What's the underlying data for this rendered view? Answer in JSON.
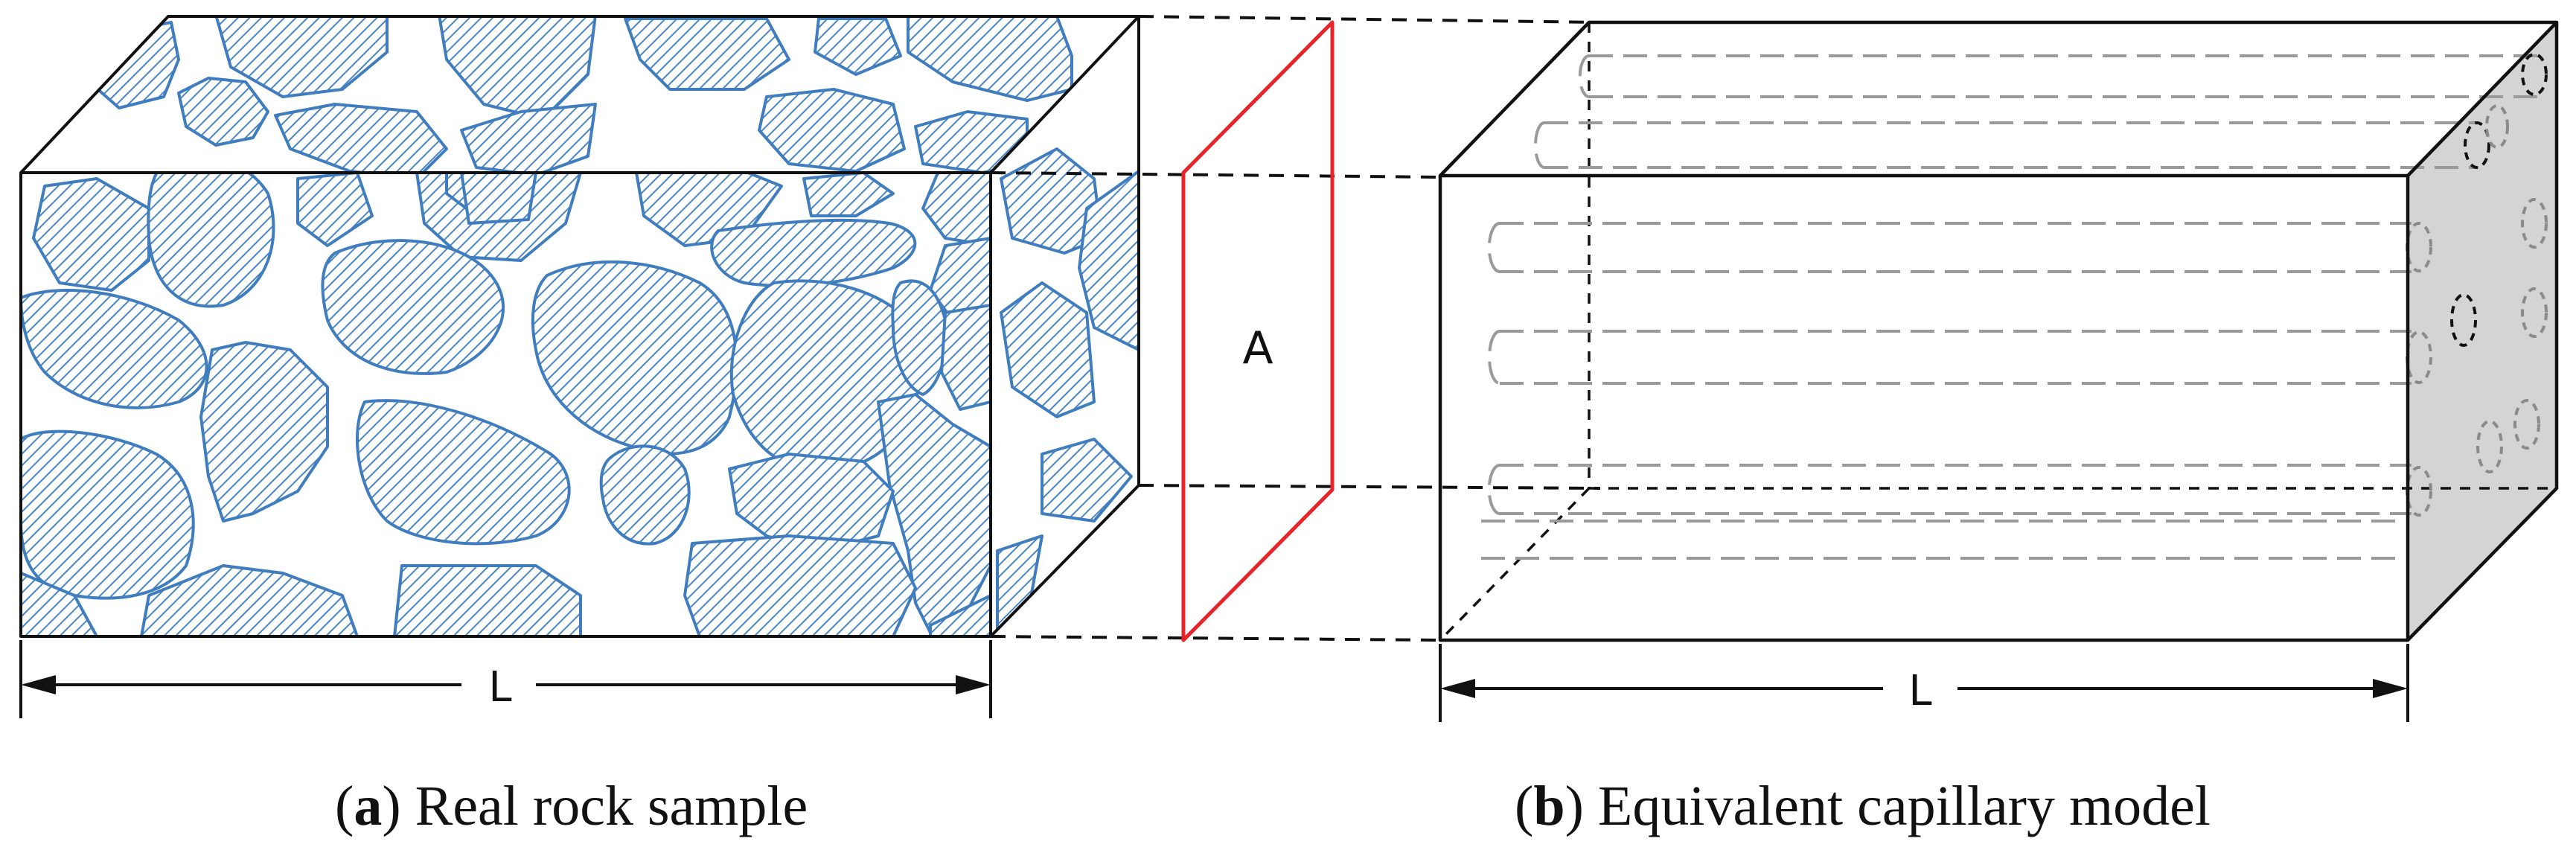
{
  "figure": {
    "panel_a": {
      "length_label": "L",
      "caption_letter": "a",
      "caption_text": " Real rock sample"
    },
    "section_label": "A",
    "panel_b": {
      "length_label": "L",
      "caption_letter": "b",
      "caption_text": " Equivalent capillary model"
    }
  },
  "colors": {
    "grain_stroke": "#3f7dbf",
    "grain_hatch": "#4a86c5",
    "section_plane": "#e8242b",
    "box_edge": "#111111",
    "capillary": "#9a9a9a",
    "end_face": "#d4d4d4"
  }
}
